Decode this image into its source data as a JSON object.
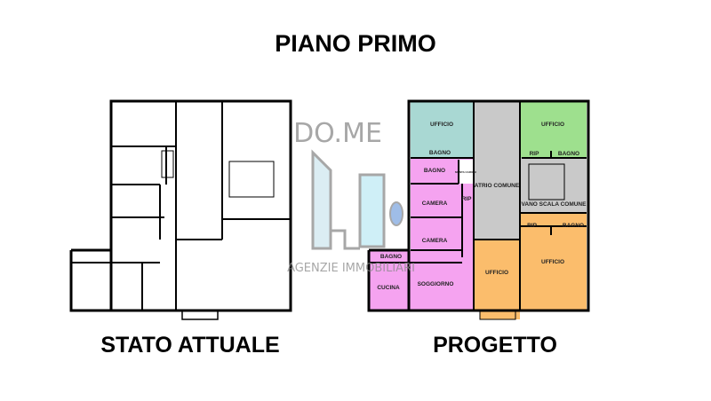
{
  "title": "PIANO PRIMO",
  "captions": {
    "left": "STATO ATTUALE",
    "right": "PROGETTO"
  },
  "watermark": {
    "brand": "DO.ME",
    "tagline": "AGENZIE IMMOBILIARI"
  },
  "colors": {
    "teal": "#a9d8d3",
    "green": "#9ee08e",
    "gray": "#c9c9c9",
    "pink": "#f5a3f0",
    "orange": "#fbbd6c",
    "wall": "#000000"
  },
  "rooms": {
    "ufficio_teal": "UFFICIO",
    "bagno_teal": "BAGNO",
    "ufficio_green": "UFFICIO",
    "rip_green": "RIP",
    "bagno_green": "BAGNO",
    "bagno_pink": "BAGNO",
    "montacarichi": "MONTA CARICHI",
    "camera_1": "CAMERA",
    "rip_pink": "RIP",
    "camera_2": "CAMERA",
    "bagno_annex": "BAGNO",
    "cucina": "CUCINA",
    "soggiorno": "SOGGIORNO",
    "atrio": "ATRIO COMUNE",
    "vano_scala": "VANO SCALA COMUNE",
    "rip_orange": "RIP.",
    "bagno_orange": "BAGNO",
    "ufficio_orange_left": "UFFICIO",
    "ufficio_orange_right": "UFFICIO"
  }
}
